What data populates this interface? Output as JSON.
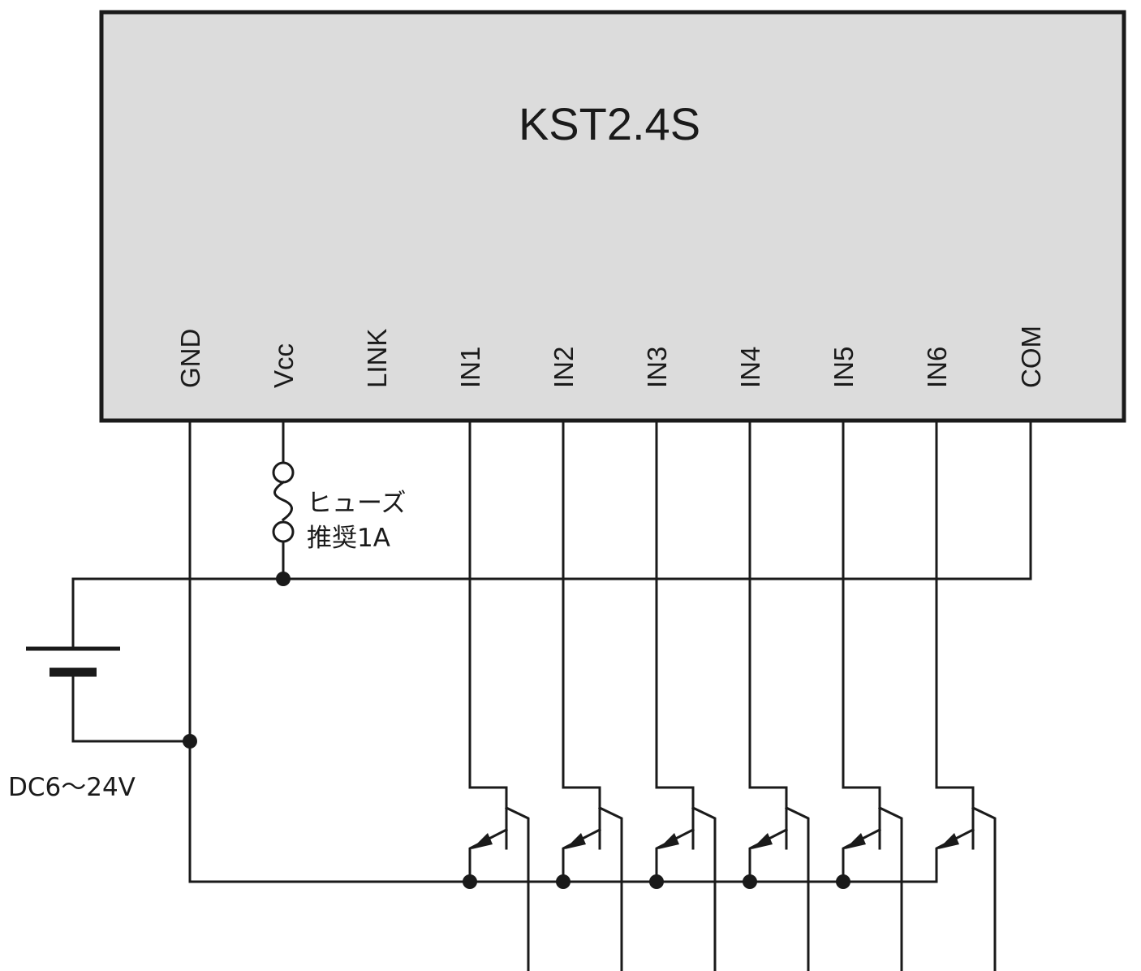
{
  "module": {
    "name": "KST2.4S"
  },
  "pins": [
    {
      "id": "gnd",
      "label": "GND"
    },
    {
      "id": "vcc",
      "label": "Vcc"
    },
    {
      "id": "link",
      "label": "LINK"
    },
    {
      "id": "in1",
      "label": "IN1"
    },
    {
      "id": "in2",
      "label": "IN2"
    },
    {
      "id": "in3",
      "label": "IN3"
    },
    {
      "id": "in4",
      "label": "IN4"
    },
    {
      "id": "in5",
      "label": "IN5"
    },
    {
      "id": "in6",
      "label": "IN6"
    },
    {
      "id": "com",
      "label": "COM"
    }
  ],
  "fuse": {
    "line1": "ヒューズ",
    "line2": "推奨1A"
  },
  "power_supply": {
    "label": "DC6～24V"
  },
  "transistors": {
    "count": 6,
    "type": "NPN"
  },
  "colors": {
    "module_fill": "#dcdcdc",
    "line": "#1a1a1a",
    "background": "#ffffff"
  }
}
